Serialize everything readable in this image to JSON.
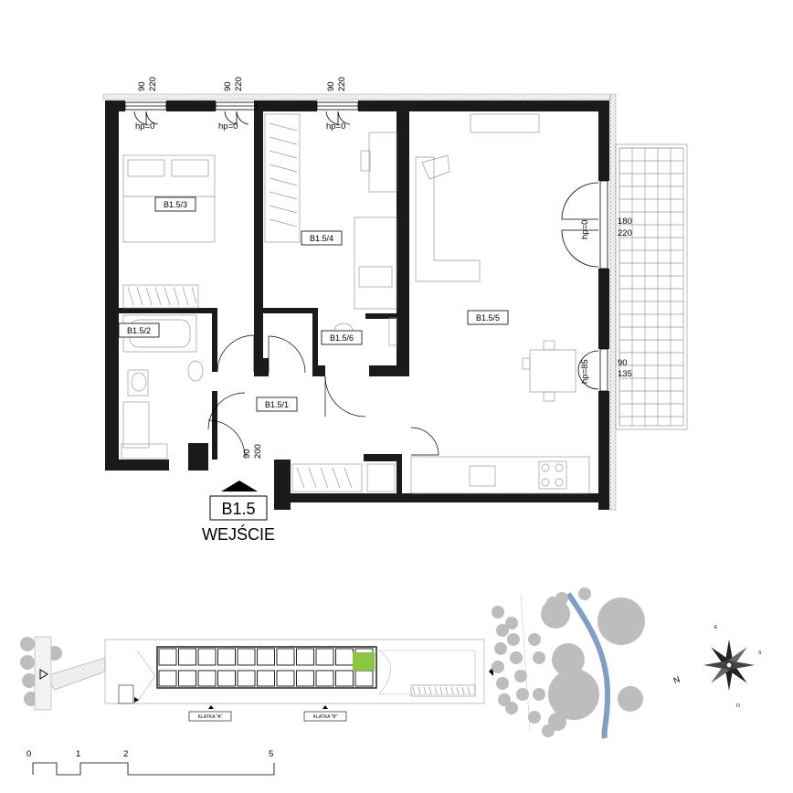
{
  "rooms": [
    {
      "id": "B1.5/1",
      "label": "B1.5/1"
    },
    {
      "id": "B1.5/2",
      "label": "B1.5/2"
    },
    {
      "id": "B1.5/3",
      "label": "B1.5/3"
    },
    {
      "id": "B1.5/4",
      "label": "B1.5/4"
    },
    {
      "id": "B1.5/5",
      "label": "B1.5/5"
    },
    {
      "id": "B1.5/6",
      "label": "B1.5/6"
    }
  ],
  "windows": [
    {
      "w": "90",
      "h": "220",
      "sill": "hp=0"
    },
    {
      "w": "90",
      "h": "220",
      "sill": "hp=0"
    },
    {
      "w": "90",
      "h": "220",
      "sill": "hp=0"
    }
  ],
  "balcony_door": {
    "w": "180",
    "h": "220",
    "sill": "hp=0"
  },
  "side_window": {
    "w": "90",
    "h": "135",
    "sill": "hp=85"
  },
  "entrance_door": {
    "w": "90",
    "h": "200"
  },
  "unit": "B1.5",
  "entrance_label": "WEJŚCIE",
  "site": {
    "klatka_a": "KLATKA \"A\"",
    "klatka_b": "KLATKA \"B\"",
    "highlight_color": "#8cc63f"
  },
  "compass": {
    "n": "N",
    "e": "E",
    "s": "S",
    "w": "O"
  },
  "scale": {
    "ticks": [
      "0",
      "1",
      "2",
      "5"
    ]
  },
  "colors": {
    "wall": "#1a1a1a",
    "river": "#7f9fc4",
    "tree": "#bdbdbd"
  }
}
